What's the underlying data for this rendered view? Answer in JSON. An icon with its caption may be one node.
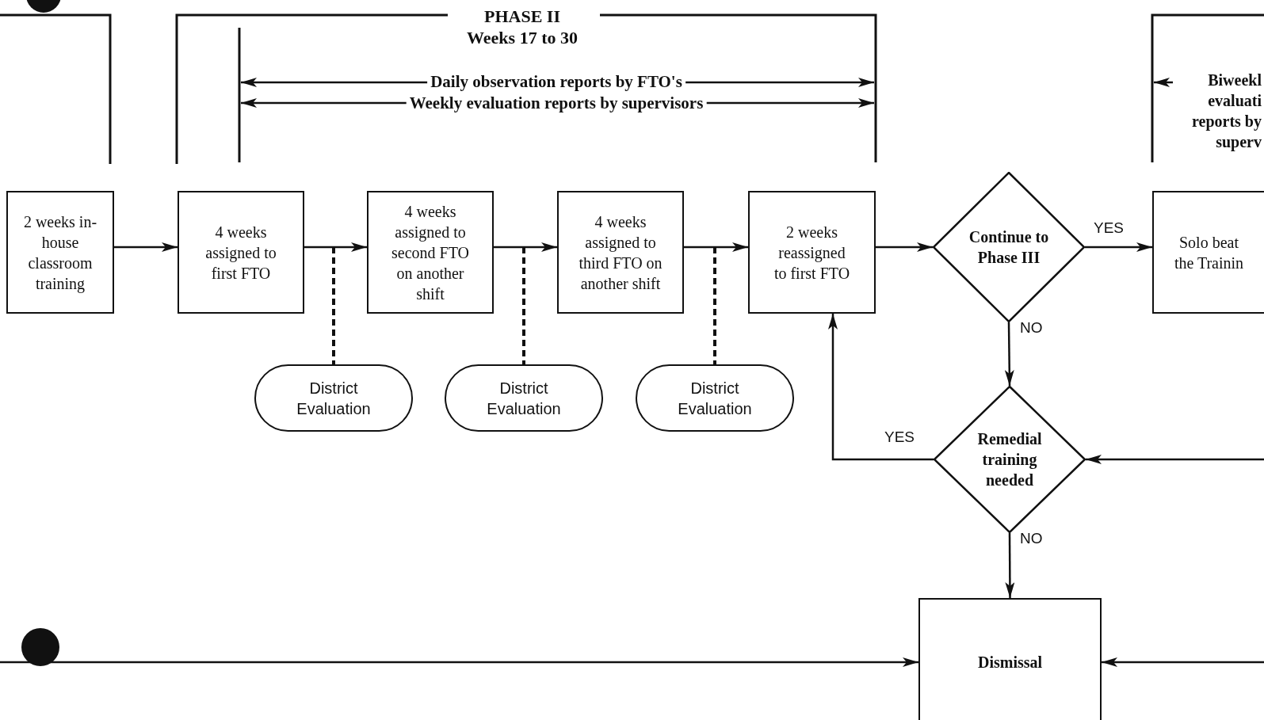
{
  "diagram": {
    "nodes": [
      {
        "text": [
          "2 weeks in-house classroom training"
        ]
      },
      {
        "text": [
          "4 weeks assigned to first FTO"
        ]
      },
      {
        "text": [
          "4 weeks assigned to second FTO on another shift"
        ]
      },
      {
        "text": [
          "4 weeks assigned to third FTO on another shift"
        ]
      },
      {
        "text": [
          "2 weeks reassigned to first FTO"
        ]
      },
      {
        "text": [
          "Continue to Phase III"
        ]
      },
      {
        "text": [
          "Solo beat the Trainin"
        ]
      },
      {
        "text": [
          "District Evaluation"
        ]
      },
      {
        "text": [
          "District Evaluation"
        ]
      },
      {
        "text": [
          "District Evaluation"
        ]
      },
      {
        "text": [
          "Remedial training needed"
        ]
      },
      {
        "text": [
          "Dismissal"
        ]
      }
    ],
    "edges": [
      {
        "from": 0,
        "to": 1,
        "arrow": "to"
      },
      {
        "from": 1,
        "to": 2,
        "arrow": "to"
      },
      {
        "from": 2,
        "to": 3,
        "arrow": "to"
      },
      {
        "from": 3,
        "to": 4,
        "arrow": "to"
      },
      {
        "from": 4,
        "to": 5,
        "arrow": "to"
      },
      {
        "from": 5,
        "to": 6,
        "arrow": "to",
        "label": "YES"
      },
      {
        "from": 5,
        "to": 10,
        "arrow": "to",
        "label": "NO"
      },
      {
        "from": 10,
        "to": 4,
        "arrow": "to",
        "label": "YES"
      },
      {
        "from": 10,
        "to": 11,
        "arrow": "to",
        "label": "NO"
      },
      {
        "from": null,
        "to": 10,
        "arrow": "to"
      },
      {
        "from": null,
        "to": 11,
        "arrow": "to"
      },
      {
        "from": null,
        "to": 11,
        "arrow": "to"
      },
      {
        "from": null,
        "to": 7,
        "arrow": "none",
        "style": "dashed"
      },
      {
        "from": null,
        "to": 8,
        "arrow": "none",
        "style": "dashed"
      },
      {
        "from": null,
        "to": 9,
        "arrow": "none",
        "style": "dashed"
      }
    ],
    "labels": [
      "PHASE II",
      "Weeks 17 to 30",
      "Daily observation reports by FTO's",
      "Weekly evaluation reports by supervisors",
      "Biweekl evaluati reports by superv"
    ]
  }
}
